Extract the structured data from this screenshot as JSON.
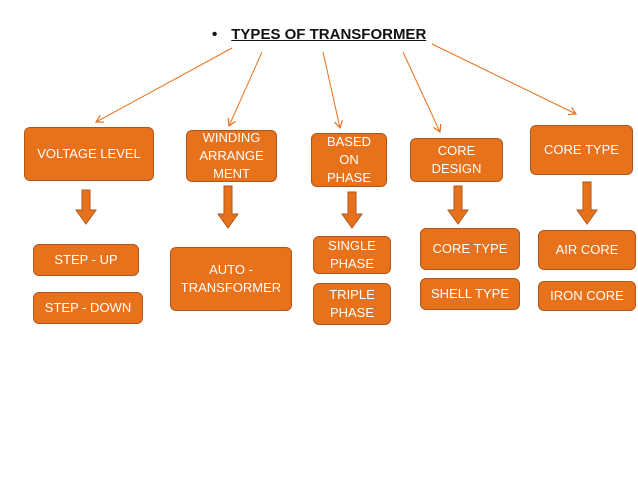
{
  "title": "TYPES OF TRANSFORMER",
  "colors": {
    "box_fill": "#e8721c",
    "box_border": "#b0561a",
    "arrow": "#e8721c"
  },
  "categories": [
    {
      "label": "VOLTAGE LEVEL"
    },
    {
      "label": "WINDING ARRANGE MENT"
    },
    {
      "label": "BASED ON PHASE"
    },
    {
      "label": "CORE DESIGN"
    },
    {
      "label": "CORE TYPE"
    }
  ],
  "results": {
    "voltage_level": [
      "STEP - UP",
      "STEP - DOWN"
    ],
    "winding_arrangement": [
      "AUTO - TRANSFORMER"
    ],
    "based_on_phase": [
      "SINGLE PHASE",
      "TRIPLE PHASE"
    ],
    "core_design": [
      "CORE TYPE",
      "SHELL TYPE"
    ],
    "core_type": [
      "AIR CORE",
      "IRON CORE"
    ]
  }
}
